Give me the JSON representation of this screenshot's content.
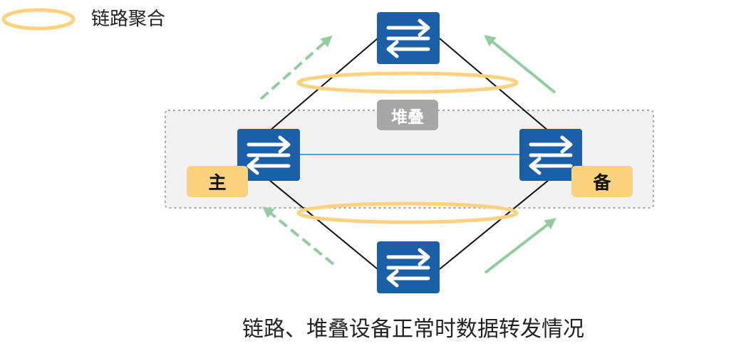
{
  "legend": {
    "icon": "ellipse-icon",
    "label": "链路聚合"
  },
  "stack": {
    "label": "堆叠"
  },
  "roles": {
    "primary": "主",
    "backup": "备"
  },
  "caption": "链路、堆叠设备正常时数据转发情况",
  "colors": {
    "switch": "#1a5fa8",
    "switch_arrow": "#ffffff",
    "link_aggregation": "#fcd27e",
    "stack_box": "#f2f2f2",
    "stack_border": "#a6a6a6",
    "stack_label_bg": "#a6a6a6",
    "stack_link": "#3fa9e0",
    "role_badge": "#fcd27e",
    "traffic_arrow": "#93cc9e",
    "wire": "#111111"
  }
}
